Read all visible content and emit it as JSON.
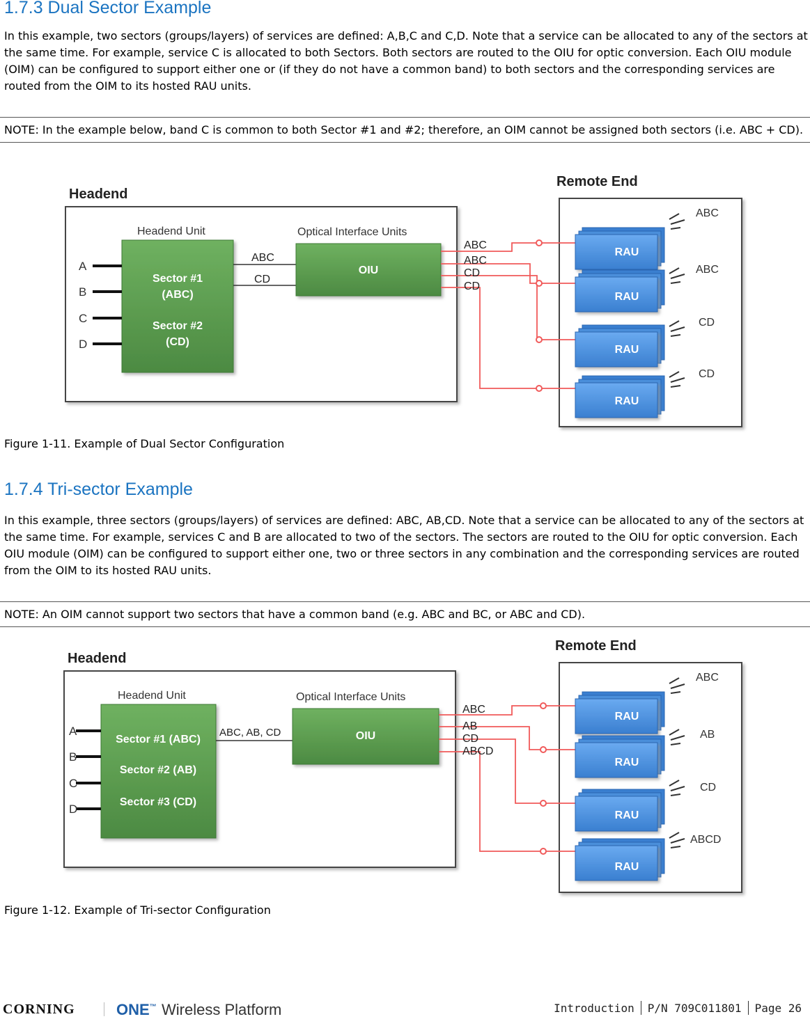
{
  "section1": {
    "heading": "1.7.3 Dual Sector Example",
    "paragraph": "In this example, two sectors (groups/layers) of services are defined: A,B,C and C,D. Note that a service can be allocated to any of the sectors at the same time. For example, service C is allocated to both Sectors. Both sectors are routed to the OIU for optic conversion. Each OIU module (OIM) can be configured to support either one or (if they do not have a common band) to both sectors and the corresponding services are routed from the OIM to its hosted RAU units.",
    "note": "NOTE: In the example below, band C is common to both Sector #1 and #2; therefore, an OIM cannot be assigned both sectors (i.e. ABC + CD).",
    "caption": "Figure 1-11. Example of Dual Sector Configuration"
  },
  "diagram1": {
    "headend_label": "Headend",
    "remote_label": "Remote End",
    "headend_unit_label": "Headend Unit",
    "oiu_group_label": "Optical Interface Units",
    "oiu_box": "OIU",
    "inputs": [
      "A",
      "B",
      "C",
      "D"
    ],
    "sector_lines": [
      "Sector #1",
      "(ABC)",
      "Sector #2",
      "(CD)"
    ],
    "link_labels": [
      "ABC",
      "CD"
    ],
    "fiber_labels": [
      "ABC",
      "ABC",
      "CD",
      "CD"
    ],
    "rau_label": "RAU",
    "rau_services": [
      "ABC",
      "ABC",
      "CD",
      "CD"
    ]
  },
  "section2": {
    "heading": "1.7.4 Tri-sector Example",
    "paragraph": "In this example, three sectors (groups/layers) of services are defined: ABC, AB,CD. Note that a service can be allocated to any of the sectors at the same time. For example, services C and B are allocated to two of the sectors.   The sectors are routed to the OIU for optic conversion. Each OIU module (OIM) can be configured to support either one, two or three sectors in any combination and the corresponding services are routed from the OIM to its hosted RAU units.",
    "note": "NOTE: An OIM cannot support two sectors that have a common band (e.g. ABC and BC, or ABC and CD).",
    "caption": "Figure 1-12. Example of Tri-sector Configuration"
  },
  "diagram2": {
    "headend_label": "Headend",
    "remote_label": "Remote End",
    "headend_unit_label": "Headend Unit",
    "oiu_group_label": "Optical Interface Units",
    "oiu_box": "OIU",
    "inputs": [
      "A",
      "B",
      "C",
      "D"
    ],
    "sector_lines": [
      "Sector #1 (ABC)",
      "Sector #2 (AB)",
      "Sector #3 (CD)"
    ],
    "link_label": "ABC, AB, CD",
    "fiber_labels": [
      "ABC",
      "AB",
      "CD",
      "ABCD"
    ],
    "rau_label": "RAU",
    "rau_services": [
      "ABC",
      "AB",
      "CD",
      "ABCD"
    ]
  },
  "footer": {
    "logo_company": "CORNING",
    "logo_product_one": "ONE",
    "logo_tm": "™",
    "logo_product_rest": "Wireless Platform",
    "section": "Introduction",
    "part_number": "P/N 709C011801",
    "page": "Page 26"
  },
  "colors": {
    "heading": "#1b74c1",
    "green_box": "#5b9b4f",
    "rau_blue": "#4a8fdb",
    "fiber_red": "#f05a5a"
  }
}
